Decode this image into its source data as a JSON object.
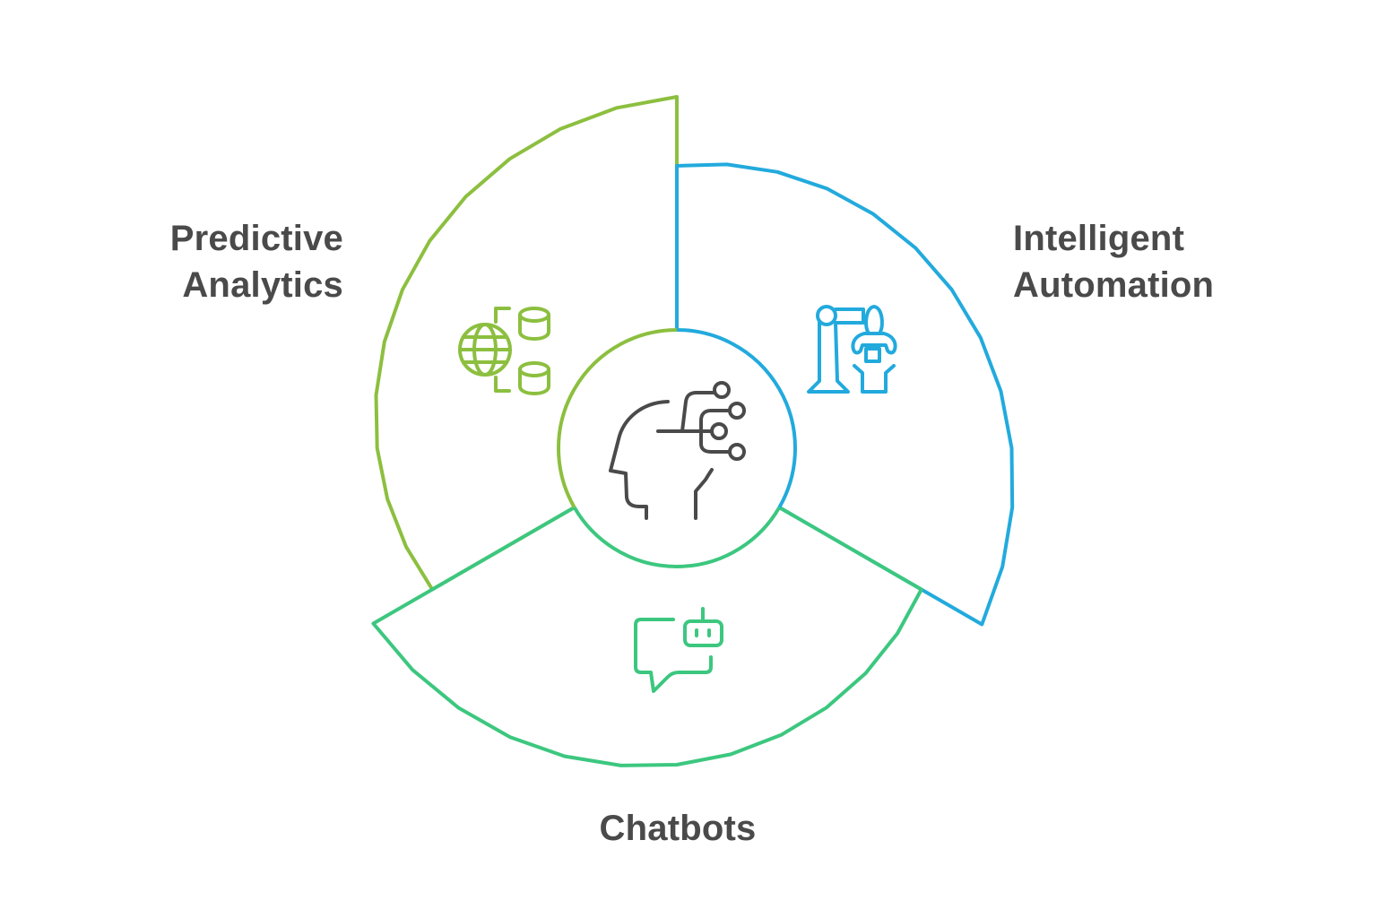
{
  "diagram": {
    "title": "",
    "center": {
      "icon": "ai-brain-network-icon",
      "color": "#4a4a4a"
    },
    "segments": [
      {
        "id": "predictive-analytics",
        "label_lines": [
          "Predictive",
          "Analytics"
        ],
        "icon": "globe-database-icon",
        "color": "#8cbf3f"
      },
      {
        "id": "intelligent-automation",
        "label_lines": [
          "Intelligent",
          "Automation"
        ],
        "icon": "robotic-arm-icon",
        "color": "#22aadd"
      },
      {
        "id": "chatbots",
        "label_lines": [
          "Chatbots"
        ],
        "icon": "chatbot-message-icon",
        "color": "#3cc77f"
      }
    ],
    "text_color": "#4a4a4a"
  }
}
